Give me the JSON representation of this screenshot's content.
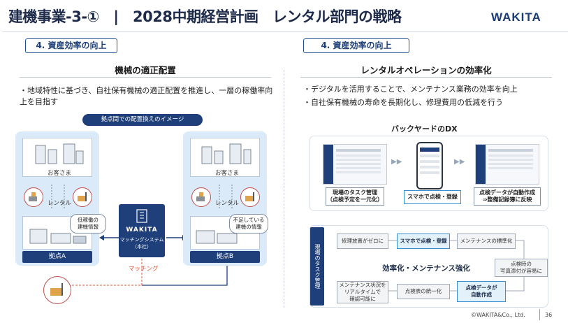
{
  "header": {
    "title": "建機事業-3-①　|　2028中期経営計画　レンタル部門の戦略",
    "logo": "WAKITA",
    "footer": "©WAKITA&Co., Ltd.",
    "page": "36"
  },
  "left": {
    "tag": "4. 資産効率の向上",
    "title": "機械の適正配置",
    "bullet": "地域特性に基づき、自社保有機械の適正配置を推進し、一層の稼働率向上を目指す",
    "pill": "拠点間での配置換えのイメージ",
    "customer": "お客さま",
    "rental": "レンタル",
    "bubble_a": "低稼働の\n建機情報",
    "bubble_b": "不足している\n建機の情報",
    "base_a": "拠点A",
    "base_b": "拠点B",
    "center_logo": "WAKITA",
    "center_label": "マッチングシステム\n（本社）",
    "matching": "マッチング"
  },
  "right": {
    "tag": "4. 資産効率の向上",
    "title": "レンタルオペレーションの効率化",
    "bullets": [
      "デジタルを活用することで、メンテナンス業務の効率を向上",
      "自社保有機械の寿命を長期化し、修理費用の低減を行う"
    ],
    "dx_title": "バックヤードのDX",
    "dx_captions": [
      "現場のタスク管理\n（点検予定を一元化）",
      "スマホで点検・登録",
      "点検データが自動作成\n⇒整備記録簿に反映"
    ],
    "flow_side": "現場のタスク管理",
    "flow_top": [
      "修理放置がゼロに",
      "スマホで点検・登録",
      "メンテナンスの標準化"
    ],
    "flow_right": "点検時の\n写真添付が容易に",
    "flow_bottom": [
      "メンテナンス状況を\nリアルタイムで\n確認可能に",
      "点検表の統一化",
      "点検データが\n自動作成"
    ],
    "flow_center": "効率化・メンテナンス強化"
  },
  "colors": {
    "navy": "#1e3f7a",
    "panel": "#dbeaf8",
    "accent": "#3a8fd1",
    "matching": "#e0563a"
  }
}
